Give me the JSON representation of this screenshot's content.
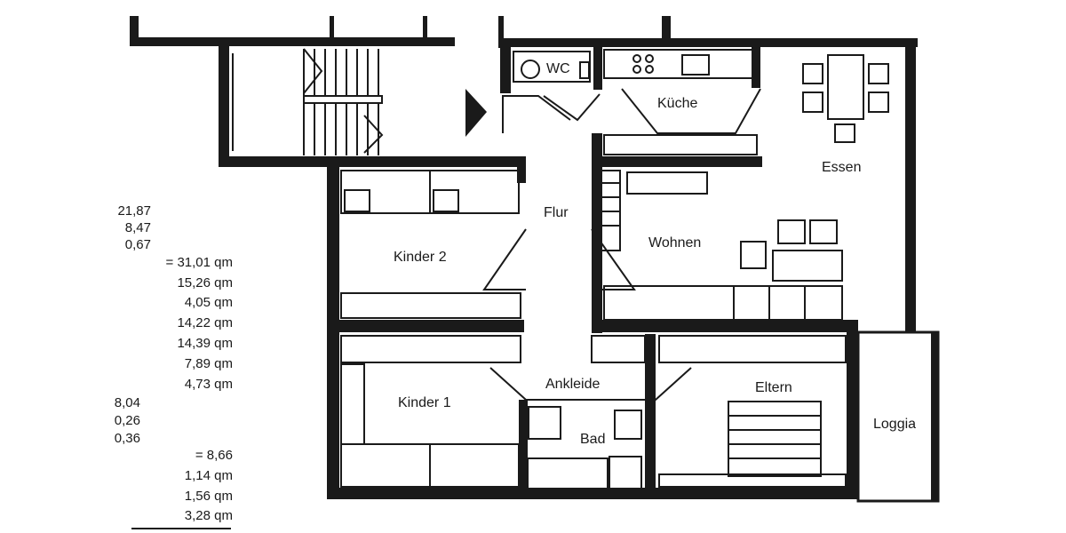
{
  "rooms": {
    "wc": "WC",
    "kueche": "Küche",
    "essen": "Essen",
    "flur": "Flur",
    "wohnen": "Wohnen",
    "kinder2": "Kinder 2",
    "kinder1": "Kinder 1",
    "ankleide": "Ankleide",
    "eltern": "Eltern",
    "bad": "Bad",
    "loggia": "Loggia"
  },
  "areas": [
    {
      "value": "21,87",
      "indent": false
    },
    {
      "value": "8,47",
      "indent": false
    },
    {
      "value": "0,67",
      "indent": false
    },
    {
      "value": "= 31,01 qm",
      "indent": true
    },
    {
      "value": "15,26 qm",
      "indent": true
    },
    {
      "value": "4,05 qm",
      "indent": true
    },
    {
      "value": "14,22 qm",
      "indent": true
    },
    {
      "value": "14,39 qm",
      "indent": true
    },
    {
      "value": "7,89 qm",
      "indent": true
    },
    {
      "value": "4,73 qm",
      "indent": true
    },
    {
      "value": "8,04",
      "indent": false
    },
    {
      "value": "0,26",
      "indent": false
    },
    {
      "value": "0,36",
      "indent": false
    },
    {
      "value": "= 8,66",
      "indent": true
    },
    {
      "value": "1,14 qm",
      "indent": true
    },
    {
      "value": "1,56 qm",
      "indent": true
    },
    {
      "value": "3,28 qm",
      "indent": true
    }
  ]
}
